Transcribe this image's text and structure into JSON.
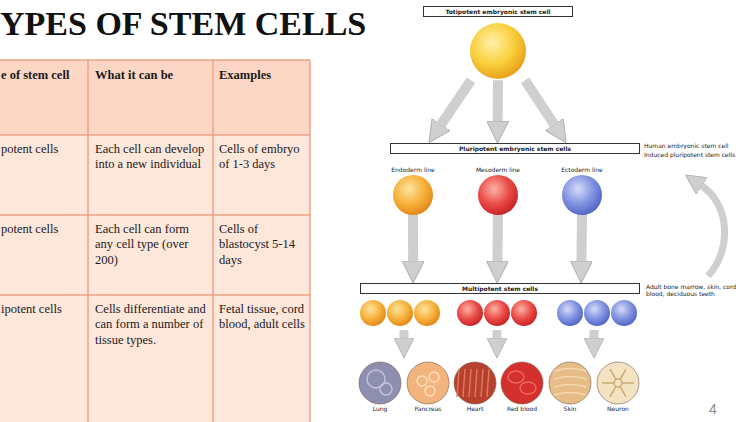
{
  "diagram": {
    "title": "YPES OF STEM CELLS",
    "nodes": [
      {
        "text": [
          "Totipotent embryonic stem cell"
        ]
      },
      {
        "text": [
          "Pluripotent embryonic stem cells"
        ]
      },
      {
        "text": [
          "Endoderm line"
        ]
      },
      {
        "text": [
          "Mesoderm line"
        ]
      },
      {
        "text": [
          "Ectoderm line"
        ]
      },
      {
        "text": [
          "Multipotent stem cells"
        ]
      },
      {
        "text": [
          "Lung"
        ]
      },
      {
        "text": [
          "Pancreas"
        ]
      },
      {
        "text": [
          "Heart"
        ]
      },
      {
        "text": [
          "Red blood"
        ]
      },
      {
        "text": [
          "Skin"
        ]
      },
      {
        "text": [
          "Neuron"
        ]
      }
    ],
    "edges": [
      {
        "from": 0,
        "to": 1,
        "arrow": "to"
      },
      {
        "from": 0,
        "to": 1,
        "arrow": "to"
      },
      {
        "from": 0,
        "to": 1,
        "arrow": "to"
      },
      {
        "from": 2,
        "to": 5,
        "arrow": "to"
      },
      {
        "from": 3,
        "to": 5,
        "arrow": "to"
      },
      {
        "from": 4,
        "to": 5,
        "arrow": "to"
      }
    ],
    "labels": [
      "e of stem cell",
      "What it can be",
      "Examples",
      "potent cells",
      "Each cell can develop into a new individual",
      "Cells of embryo of 1-3 days",
      "potent cells",
      "Each cell can form any cell type (over 200)",
      "Cells of blastocyst 5-14 days",
      "ipotent cells",
      "Cells differentiate and can form a number of tissue types.",
      "Fetal tissue, cord blood, adult cells",
      "Human embryonic stem cell",
      "Induced pluripotent stem cells",
      "Adult bone marrow, skin, cord blood, deciduous teeth",
      "4"
    ]
  }
}
